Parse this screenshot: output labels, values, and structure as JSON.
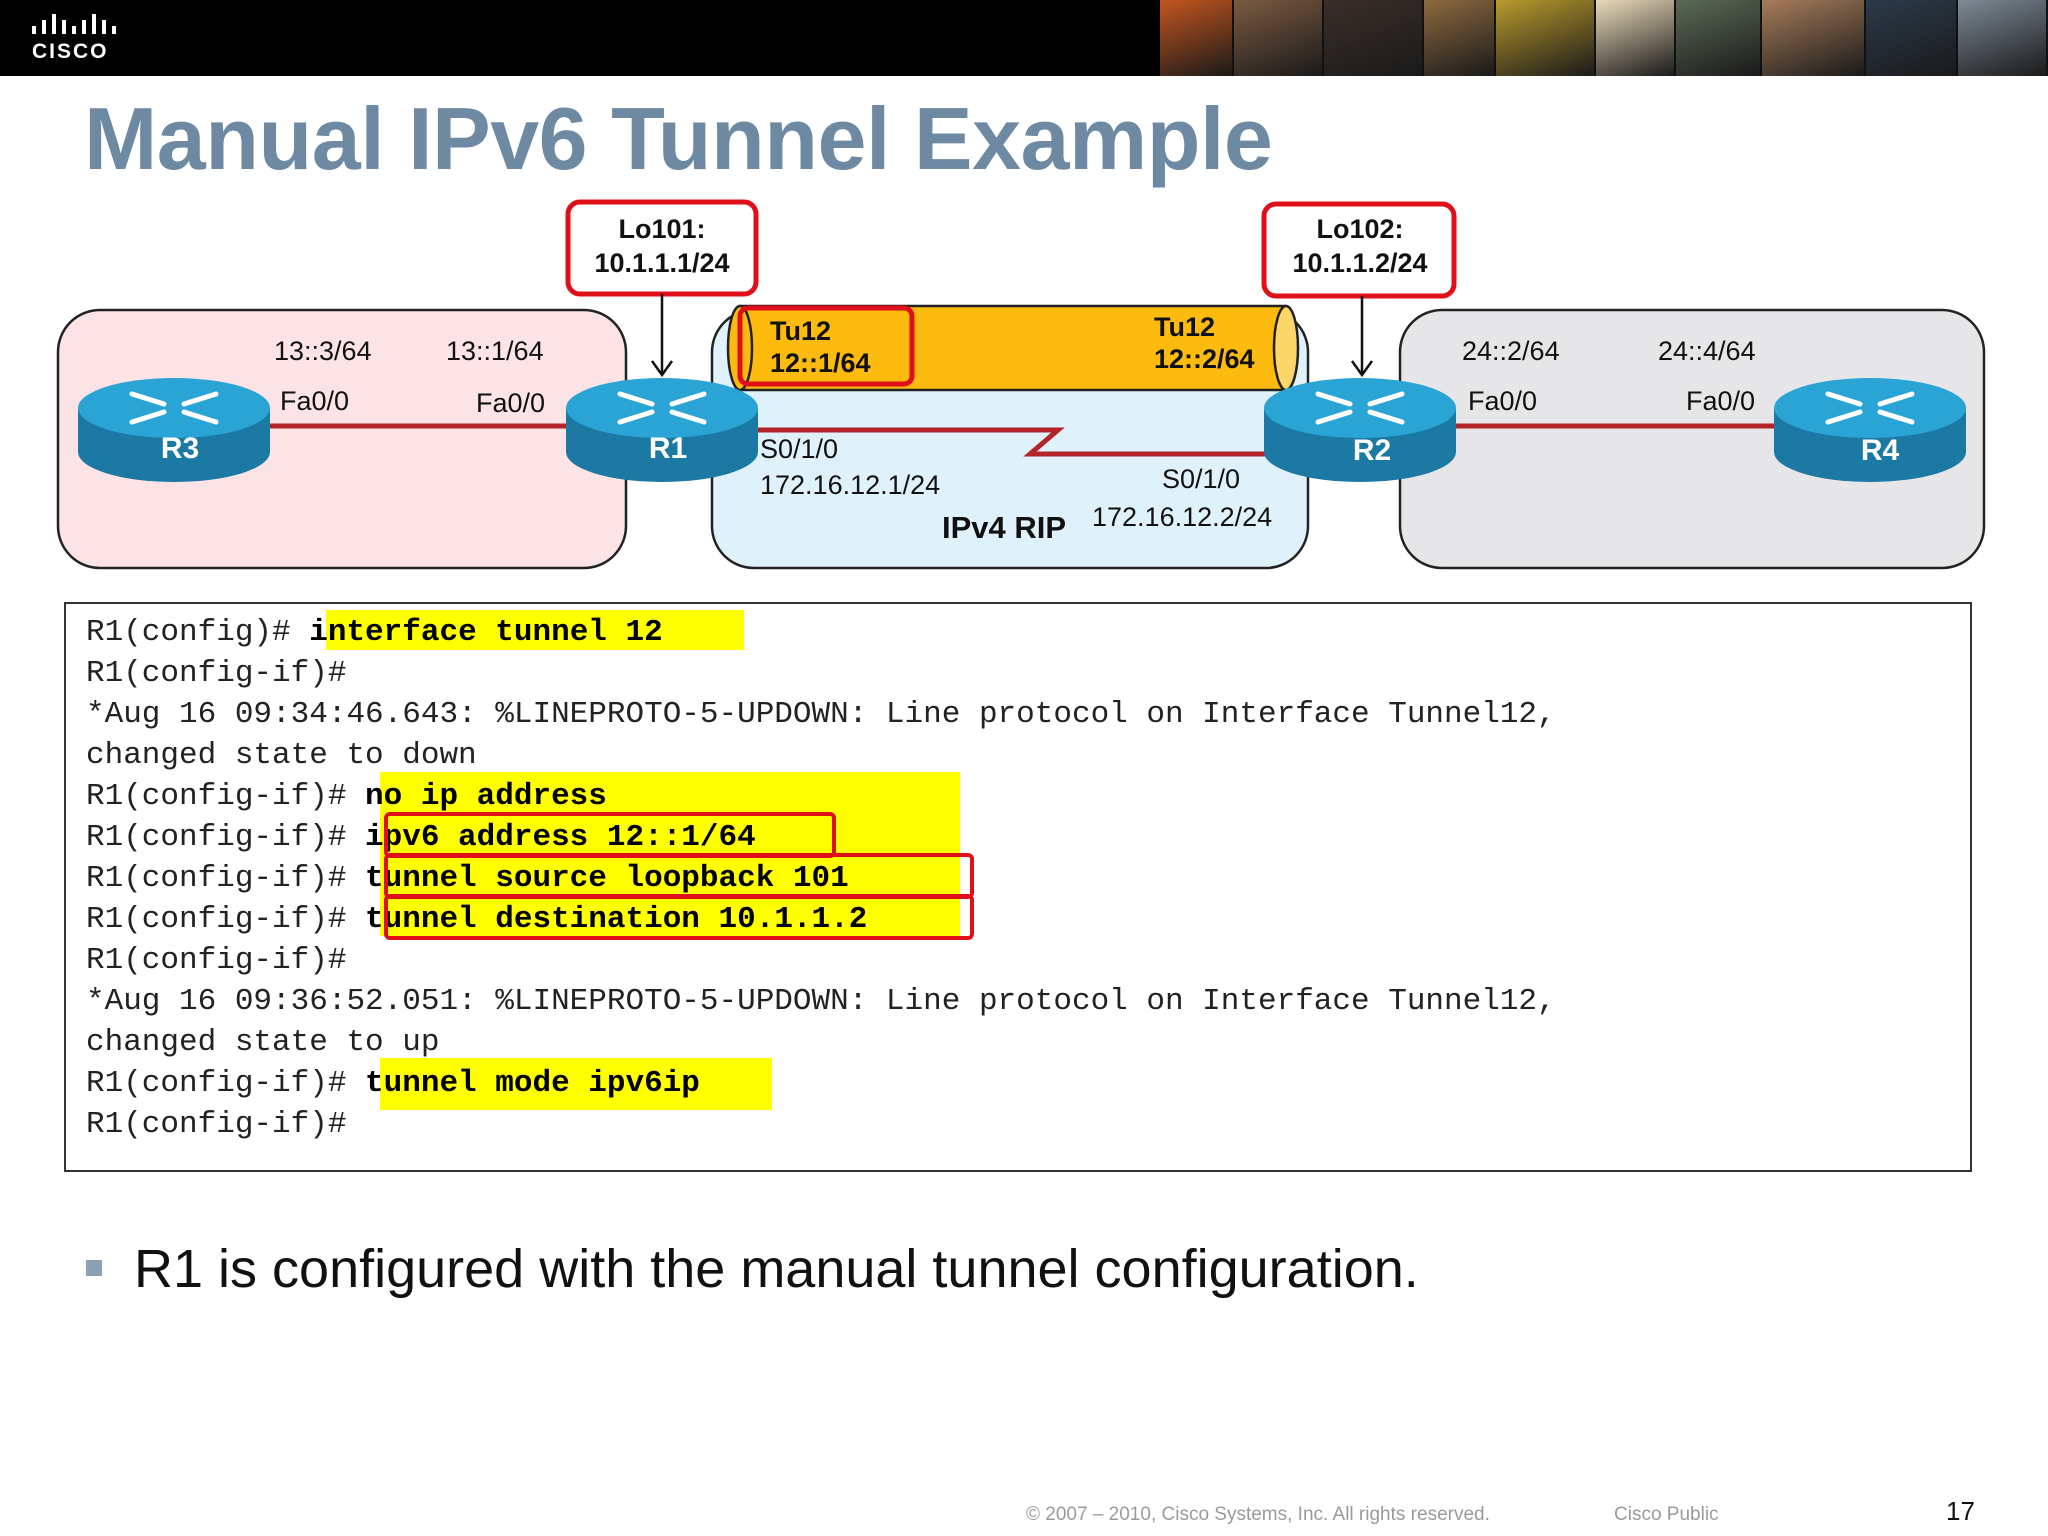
{
  "header": {
    "logo_text": "CISCO",
    "photo_colors": [
      "#c4561f",
      "#7a5a40",
      "#3a2e28",
      "#8d6a3f",
      "#b89a2c",
      "#e9d9b8",
      "#5b6a55",
      "#a67d5a",
      "#2b3a4a",
      "#7d8a96"
    ]
  },
  "title": "Manual IPv6 Tunnel Example",
  "diagram": {
    "loopbacks": [
      {
        "label": "Lo101:",
        "addr": "10.1.1.1/24"
      },
      {
        "label": "Lo102:",
        "addr": "10.1.1.2/24"
      }
    ],
    "routers": {
      "r3": "R3",
      "r1": "R1",
      "r2": "R2",
      "r4": "R4"
    },
    "left_segment": {
      "addr_r3": "13::3/64",
      "addr_r1": "13::1/64",
      "if_r3": "Fa0/0",
      "if_r1": "Fa0/0"
    },
    "tunnel": {
      "r1_if": "Tu12",
      "r1_addr": "12::1/64",
      "r2_if": "Tu12",
      "r2_addr": "12::2/64"
    },
    "serial": {
      "r1_if": "S0/1/0",
      "r1_addr": "172.16.12.1/24",
      "r2_if": "S0/1/0",
      "r2_addr": "172.16.12.2/24",
      "cloud_label": "IPv4 RIP"
    },
    "right_segment": {
      "addr_r2": "24::2/64",
      "addr_r4": "24::4/64",
      "if_r2": "Fa0/0",
      "if_r4": "Fa0/0"
    },
    "colors": {
      "left_zone": "#fbe3e6",
      "middle_zone": "#dff1fb",
      "right_zone": "#e6e6e8",
      "tunnel": "#fdbb10",
      "highlight_border": "#e0101a",
      "router": "#1b8ab8",
      "link": "#b5242b"
    }
  },
  "console": {
    "lines": [
      {
        "prompt": "R1(config)# ",
        "cmd": "interface tunnel 12"
      },
      {
        "prompt": "R1(config-if)#",
        "cmd": ""
      },
      {
        "prompt": "*Aug 16 09:34:46.643: %LINEPROTO-5-UPDOWN: Line protocol on Interface Tunnel12,",
        "cmd": ""
      },
      {
        "prompt": "changed state to down",
        "cmd": ""
      },
      {
        "prompt": "R1(config-if)# ",
        "cmd": "no ip address"
      },
      {
        "prompt": "R1(config-if)# ",
        "cmd": "ipv6 address 12::1/64"
      },
      {
        "prompt": "R1(config-if)# ",
        "cmd": "tunnel source loopback 101"
      },
      {
        "prompt": "R1(config-if)# ",
        "cmd": "tunnel destination 10.1.1.2"
      },
      {
        "prompt": "R1(config-if)#",
        "cmd": ""
      },
      {
        "prompt": "*Aug 16 09:36:52.051: %LINEPROTO-5-UPDOWN: Line protocol on Interface Tunnel12,",
        "cmd": ""
      },
      {
        "prompt": "changed state to up",
        "cmd": ""
      },
      {
        "prompt": "R1(config-if)# ",
        "cmd": "tunnel mode ipv6ip"
      },
      {
        "prompt": "R1(config-if)#",
        "cmd": ""
      }
    ]
  },
  "bullet": "R1 is configured with the manual tunnel configuration.",
  "footer": {
    "copyright": "© 2007 – 2010, Cisco Systems, Inc. All rights reserved.",
    "classification": "Cisco Public",
    "page": "17"
  }
}
